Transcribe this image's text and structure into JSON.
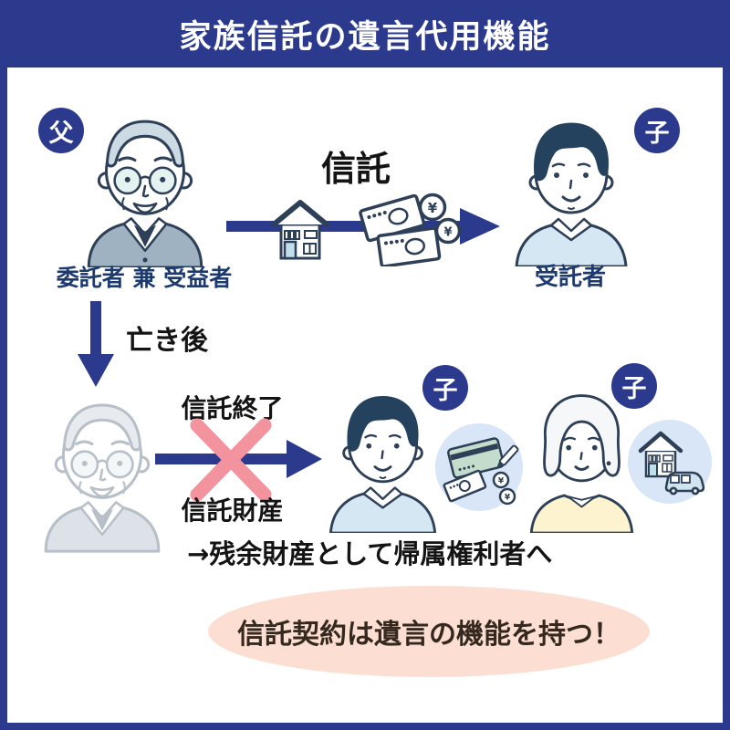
{
  "header": {
    "title": "家族信託の遺言代用機能"
  },
  "top": {
    "father_badge": "父",
    "settlor_label": "委託者 兼 受益者",
    "trust_arrow_label": "信託",
    "child_badge": "子",
    "trustee_label": "受託者",
    "icons": [
      "house-icon",
      "money-bills-icon",
      "yen-coin-icon"
    ]
  },
  "transition": {
    "after_death_label": "亡き後"
  },
  "bottom": {
    "trust_end_label": "信託終了",
    "trust_assets_label": "信託財産",
    "child1_badge": "子",
    "child2_badge": "子",
    "residual_note": "→残余財産として帰属権利者へ",
    "icons": [
      "x-mark-icon",
      "bank-card-icon",
      "pen-icon",
      "money-bills-icon",
      "yen-coin-icon",
      "house-icon",
      "car-icon"
    ]
  },
  "conclusion": {
    "text": "信託契約は遺言の機能を持つ！"
  },
  "icons": {
    "coin_symbol": "¥"
  },
  "colors": {
    "frame_navy": "#2c3a8e",
    "outline_navy": "#2e4057",
    "label_blue": "#1d3a6f",
    "x_mark_pink": "#f2939d",
    "bubble_peach": "#fcdfd2",
    "bubble_text": "#35291f",
    "asset_circle_blue": "#d9e6f8"
  }
}
